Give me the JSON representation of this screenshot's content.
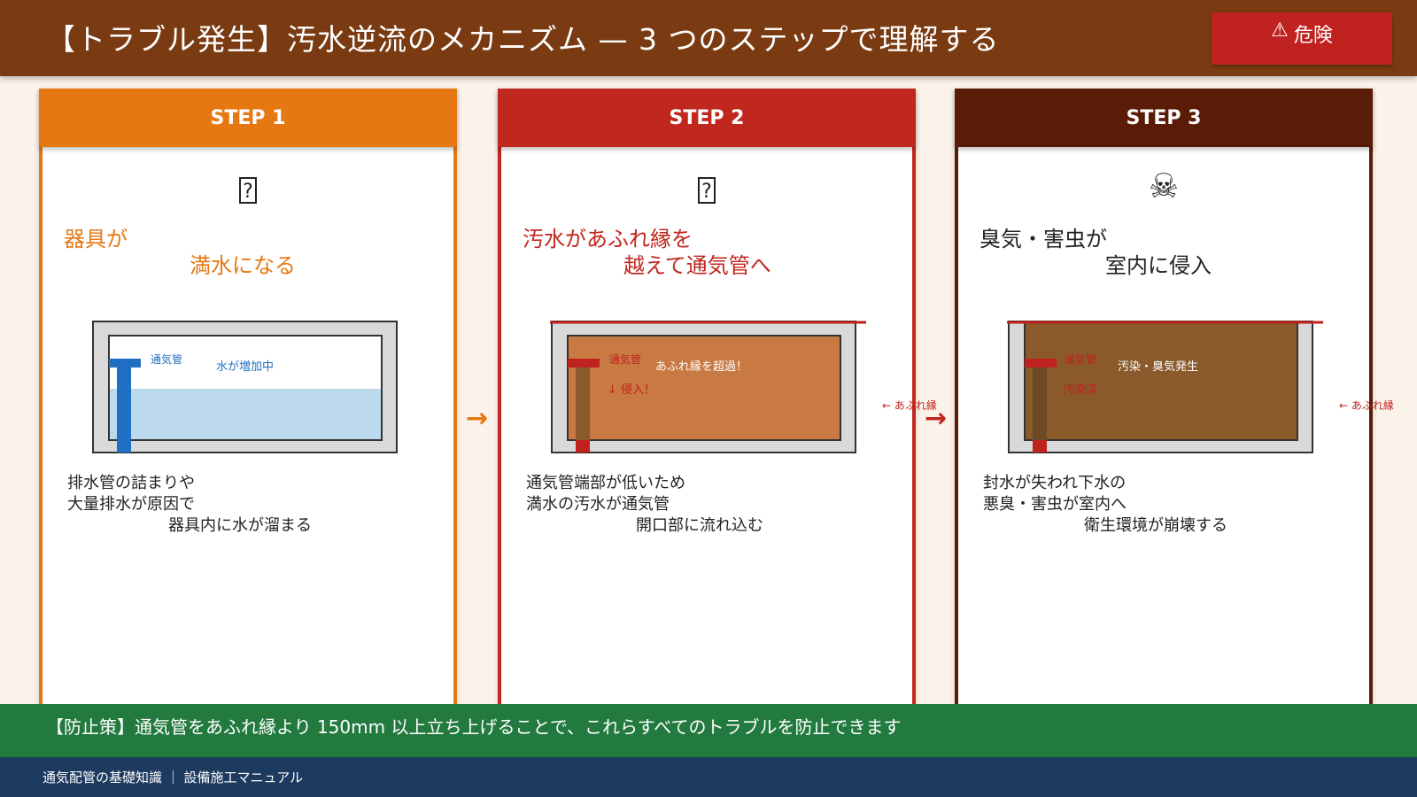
{
  "header": {
    "title": "【トラブル発生】汚水逆流のメカニズム — 3 つのステップで理解する",
    "badge_icon": "warning-icon",
    "badge_label": "危険"
  },
  "steps": [
    {
      "label": "STEP 1",
      "color": "#e67812",
      "icon": "?",
      "icon_name": "unknown-glyph-icon",
      "title_line1": "器具が",
      "title_line2": "満水になる",
      "diagram": {
        "vent_label": "通気管",
        "note": "水が増加中",
        "water_level": "rising"
      },
      "desc_line1": "排水管の詰まりや",
      "desc_line2": "大量排水が原因で",
      "desc_line3": "器具内に水が溜まる"
    },
    {
      "label": "STEP 2",
      "color": "#c0271e",
      "icon": "?",
      "icon_name": "unknown-glyph-icon",
      "title_line1": "汚水があふれ縁を",
      "title_line2": "越えて通気管へ",
      "diagram": {
        "rim_label": "← あふれ縁",
        "vent_label": "通気管",
        "note": "あふれ縁を超過！",
        "note2": "↓ 侵入！"
      },
      "desc_line1": "通気管端部が低いため",
      "desc_line2": "満水の汚水が通気管",
      "desc_line3": "開口部に流れ込む"
    },
    {
      "label": "STEP 3",
      "color": "#5a1c06",
      "icon": "☠",
      "icon_name": "skull-icon",
      "title_line1": "臭気・害虫が",
      "title_line2": "室内に侵入",
      "diagram": {
        "rim_label": "← あふれ縁",
        "vent_label": "通気管",
        "note": "汚染・臭気発生",
        "note2": "汚染済"
      },
      "desc_line1": "封水が失われ下水の",
      "desc_line2": "悪臭・害虫が室内へ",
      "desc_line3": "衛生環境が崩壊する"
    }
  ],
  "arrows": [
    {
      "glyph": "→",
      "color": "#e67812"
    },
    {
      "glyph": "→",
      "color": "#c0271e"
    }
  ],
  "prevention": "【防止策】通気管をあふれ縁より 150mm 以上立ち上げることで、これらすべてのトラブルを防止できます",
  "footer": "通気配管の基礎知識 ｜ 設備施工マニュアル",
  "colors": {
    "header_bg": "#7a3b12",
    "danger": "#c0221f",
    "water": "#bcd9ee",
    "pipe_blue": "#1f6fc2",
    "sewage": "#c97a42",
    "sewage_dark": "#8a5a2b",
    "footer_green": "#227a3f",
    "footer_navy": "#1d3a5f"
  }
}
